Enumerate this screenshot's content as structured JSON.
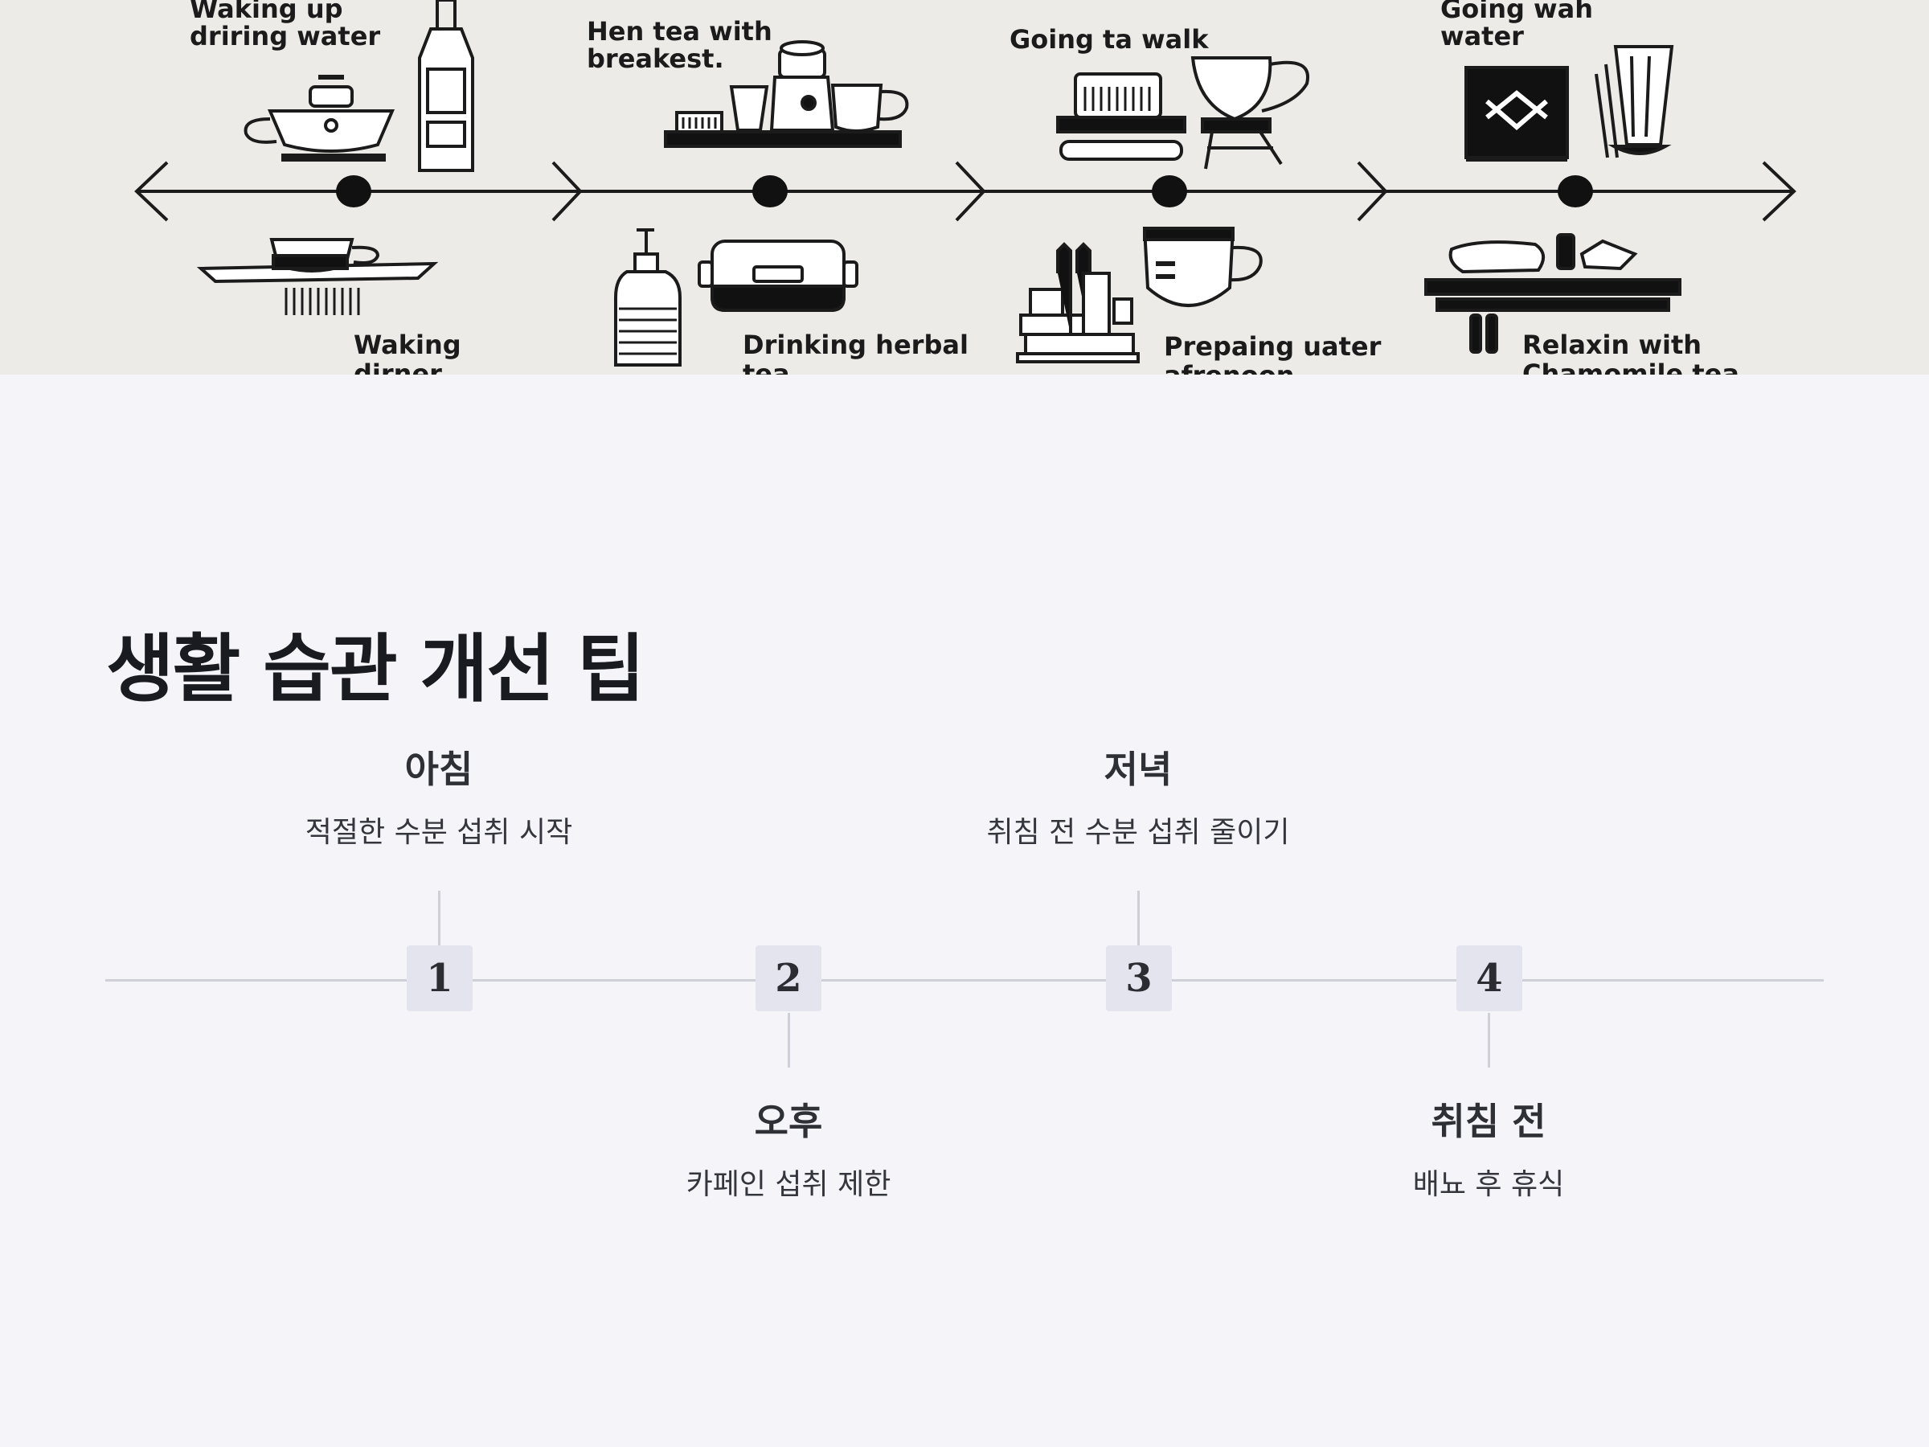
{
  "illustration": {
    "labels_top": [
      [
        "Waking up",
        "driring water"
      ],
      [
        "Hen tea with",
        "breakest."
      ],
      [
        "Going ta walk"
      ],
      [
        "Going wah",
        "water"
      ]
    ],
    "labels_bottom": [
      [
        "Waking",
        "dirner"
      ],
      [
        "Drinking herbal",
        "tea"
      ],
      [
        "Prepaing uater",
        "afrenoon"
      ],
      [
        "Relaxin with",
        "Chamomile tea"
      ]
    ]
  },
  "section": {
    "title": "생활 습관 개선 팁"
  },
  "steps": [
    {
      "number": "1",
      "title": "아침",
      "desc": "적절한 수분 섭취 시작",
      "position": "above"
    },
    {
      "number": "2",
      "title": "오후",
      "desc": "카페인 섭취 제한",
      "position": "below"
    },
    {
      "number": "3",
      "title": "저녁",
      "desc": "취침 전 수분 섭취 줄이기",
      "position": "above"
    },
    {
      "number": "4",
      "title": "취침 전",
      "desc": "배뇨 후 휴식",
      "position": "below"
    }
  ],
  "colors": {
    "page_background": "#f4f4f9",
    "banner_background": "#ecebe8",
    "timeline_line": "#cfcfd7",
    "step_box": "#e4e4ee",
    "ink": "#1b1b1b"
  }
}
